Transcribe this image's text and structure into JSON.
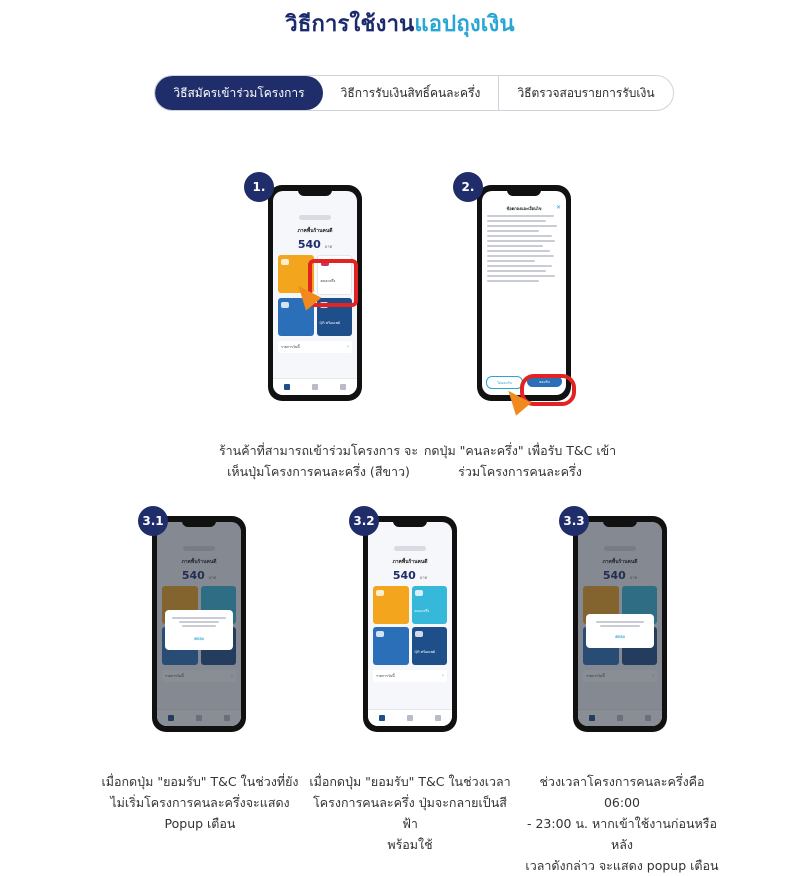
{
  "page": {
    "title_main": "วิธีการใช้งาน",
    "title_accent": "แอปถุงเงิน"
  },
  "tabs": [
    {
      "label": "วิธีสมัครเข้าร่วมโครงการ",
      "active": true
    },
    {
      "label": "วิธีการรับเงินสิทธิ์คนละครึ่ง",
      "active": false
    },
    {
      "label": "วิธีตรวจสอบรายการรับเงิน",
      "active": false
    }
  ],
  "phone_screen": {
    "store_name": "ภาคพื้นร้านคนดี",
    "amount": "540",
    "currency": "บาท",
    "tile_khon_la_khrueng": "คนละครึ่ง",
    "tile_qr": "QR พร้อมเพย์",
    "list_row": "รายการวันนี้",
    "tc_title": "ข้อตกลงและเงื่อนไข",
    "tc_decline": "ไม่ยอมรับ",
    "tc_accept": "ยอมรับ",
    "popup_btn": "ตกลง"
  },
  "steps": [
    {
      "badge": "1.",
      "caption": [
        "ร้านค้าที่สามารถเข้าร่วมโครงการ จะ",
        "เห็นปุ่มโครงการคนละครึ่ง (สีขาว)"
      ]
    },
    {
      "badge": "2.",
      "caption": [
        "กดปุ่ม \"คนละครึ่ง\" เพื่อรับ T&C เข้า",
        "ร่วมโครงการคนละครึ่ง"
      ]
    },
    {
      "badge": "3.1",
      "caption": [
        "เมื่อกดปุ่ม \"ยอมรับ\" T&C ในช่วงที่ยัง",
        "ไม่เริ่มโครงการคนละครึ่งจะแสดง",
        "Popup เตือน"
      ]
    },
    {
      "badge": "3.2",
      "caption": [
        "เมื่อกดปุ่ม \"ยอมรับ\" T&C ในช่วงเวลา",
        "โครงการคนละครึ่ง ปุ่มจะกลายเป็นสีฟ้า",
        "พร้อมใช้"
      ]
    },
    {
      "badge": "3.3",
      "caption": [
        "ช่วงเวลาโครงการคนละครึ่งคือ 06:00",
        "- 23:00 น. หากเข้าใช้งานก่อนหรือหลัง",
        "เวลาดังกล่าว จะแสดง popup เตือน"
      ]
    }
  ]
}
